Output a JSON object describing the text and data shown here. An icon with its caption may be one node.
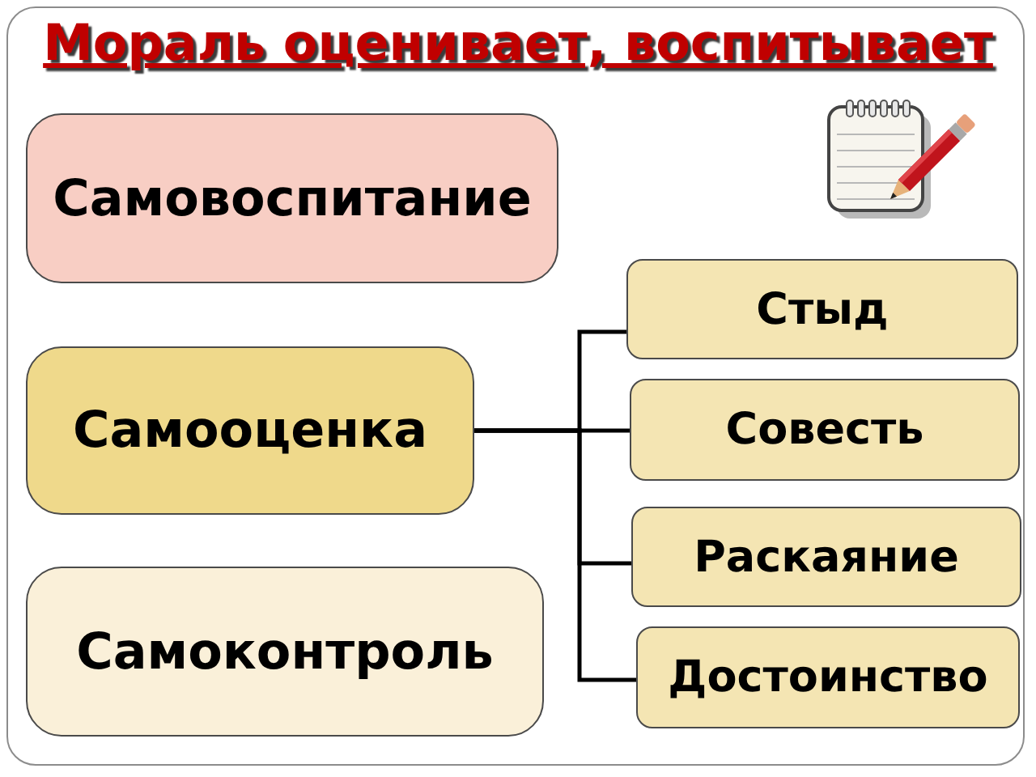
{
  "diagram": {
    "title": "Мораль оценивает, воспитывает",
    "nodes": [
      {
        "text": [
          "Самовоспитание"
        ]
      },
      {
        "text": [
          "Самооценка"
        ]
      },
      {
        "text": [
          "Самоконтроль"
        ]
      },
      {
        "text": [
          "Стыд"
        ]
      },
      {
        "text": [
          "Совесть"
        ]
      },
      {
        "text": [
          "Раскаяние"
        ]
      },
      {
        "text": [
          "Достоинство"
        ]
      }
    ],
    "edges": [
      {
        "from": 1,
        "to": 3,
        "arrow": "none"
      },
      {
        "from": 1,
        "to": 4,
        "arrow": "none"
      },
      {
        "from": 1,
        "to": 5,
        "arrow": "none"
      },
      {
        "from": 1,
        "to": 6,
        "arrow": "none"
      }
    ]
  }
}
